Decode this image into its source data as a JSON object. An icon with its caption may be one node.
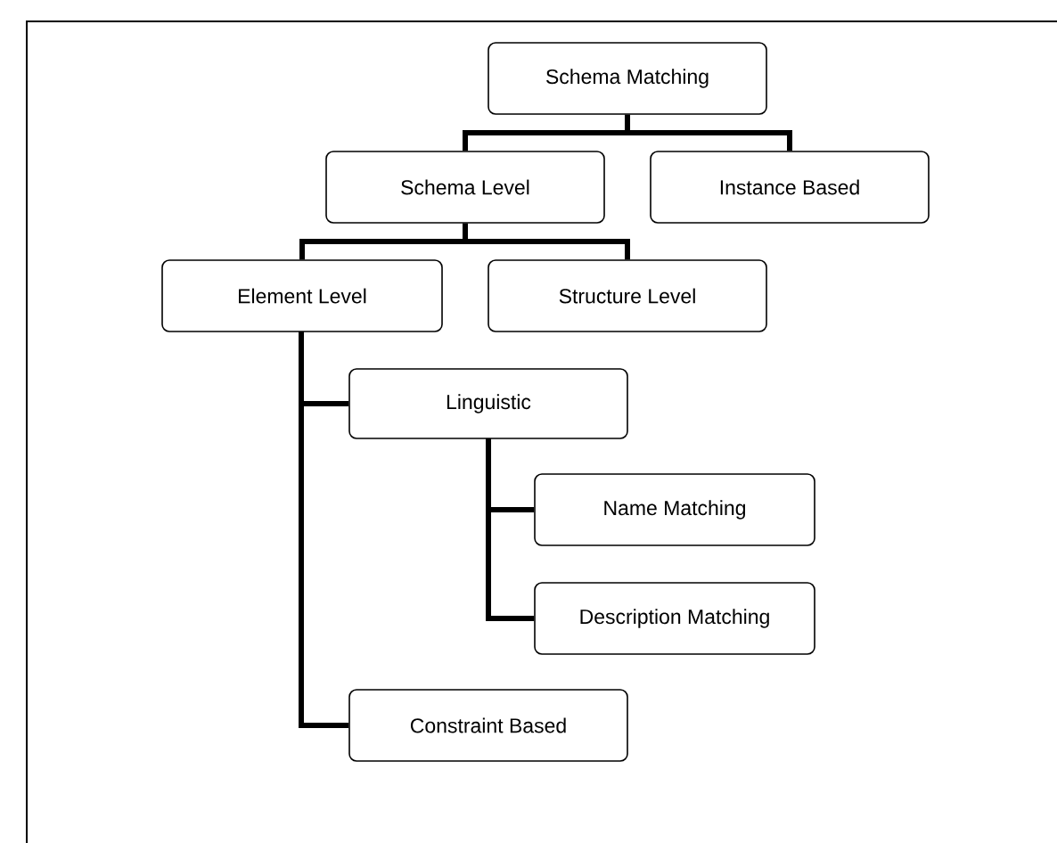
{
  "diagram": {
    "nodes": [
      {
        "text": [
          "Schema Matching"
        ]
      },
      {
        "text": [
          "Schema Level"
        ]
      },
      {
        "text": [
          "Instance Based"
        ]
      },
      {
        "text": [
          "Element Level"
        ]
      },
      {
        "text": [
          "Structure Level"
        ]
      },
      {
        "text": [
          "Linguistic"
        ]
      },
      {
        "text": [
          "Name Matching"
        ]
      },
      {
        "text": [
          "Description Matching"
        ]
      },
      {
        "text": [
          "Constraint Based"
        ]
      }
    ],
    "edges": [
      {
        "from": 0,
        "to": 1,
        "arrow": "none"
      },
      {
        "from": 0,
        "to": 2,
        "arrow": "none"
      },
      {
        "from": 1,
        "to": 3,
        "arrow": "none"
      },
      {
        "from": 1,
        "to": 4,
        "arrow": "none"
      },
      {
        "from": 3,
        "to": 5,
        "arrow": "none"
      },
      {
        "from": 3,
        "to": 8,
        "arrow": "none"
      },
      {
        "from": 5,
        "to": 6,
        "arrow": "none"
      },
      {
        "from": 5,
        "to": 7,
        "arrow": "none"
      }
    ]
  }
}
